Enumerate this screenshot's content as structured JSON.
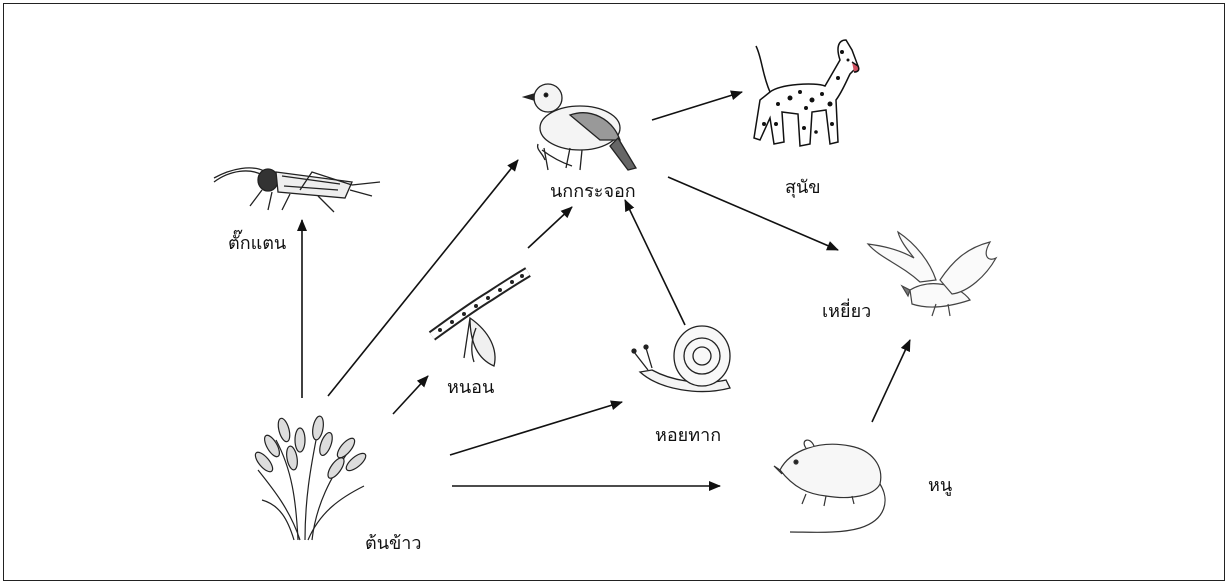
{
  "organisms": {
    "rice": {
      "label": "ต้นข้าว",
      "icon": "rice-plant-icon"
    },
    "grasshopper": {
      "label": "ตั๊กแตน",
      "icon": "grasshopper-icon"
    },
    "caterpillar": {
      "label": "หนอน",
      "icon": "caterpillar-icon"
    },
    "snail": {
      "label": "หอยทาก",
      "icon": "snail-icon"
    },
    "sparrow": {
      "label": "นกกระจอก",
      "icon": "sparrow-icon"
    },
    "dog": {
      "label": "สุนัข",
      "icon": "dog-icon"
    },
    "hawk": {
      "label": "เหยี่ยว",
      "icon": "hawk-icon"
    },
    "rat": {
      "label": "หนู",
      "icon": "rat-icon"
    }
  },
  "arrows": [
    {
      "from": "rice",
      "to": "grasshopper"
    },
    {
      "from": "rice",
      "to": "sparrow"
    },
    {
      "from": "rice",
      "to": "caterpillar"
    },
    {
      "from": "rice",
      "to": "snail"
    },
    {
      "from": "rice",
      "to": "rat"
    },
    {
      "from": "caterpillar",
      "to": "sparrow"
    },
    {
      "from": "snail",
      "to": "sparrow"
    },
    {
      "from": "sparrow",
      "to": "dog"
    },
    {
      "from": "sparrow",
      "to": "hawk"
    },
    {
      "from": "rat",
      "to": "hawk"
    }
  ]
}
